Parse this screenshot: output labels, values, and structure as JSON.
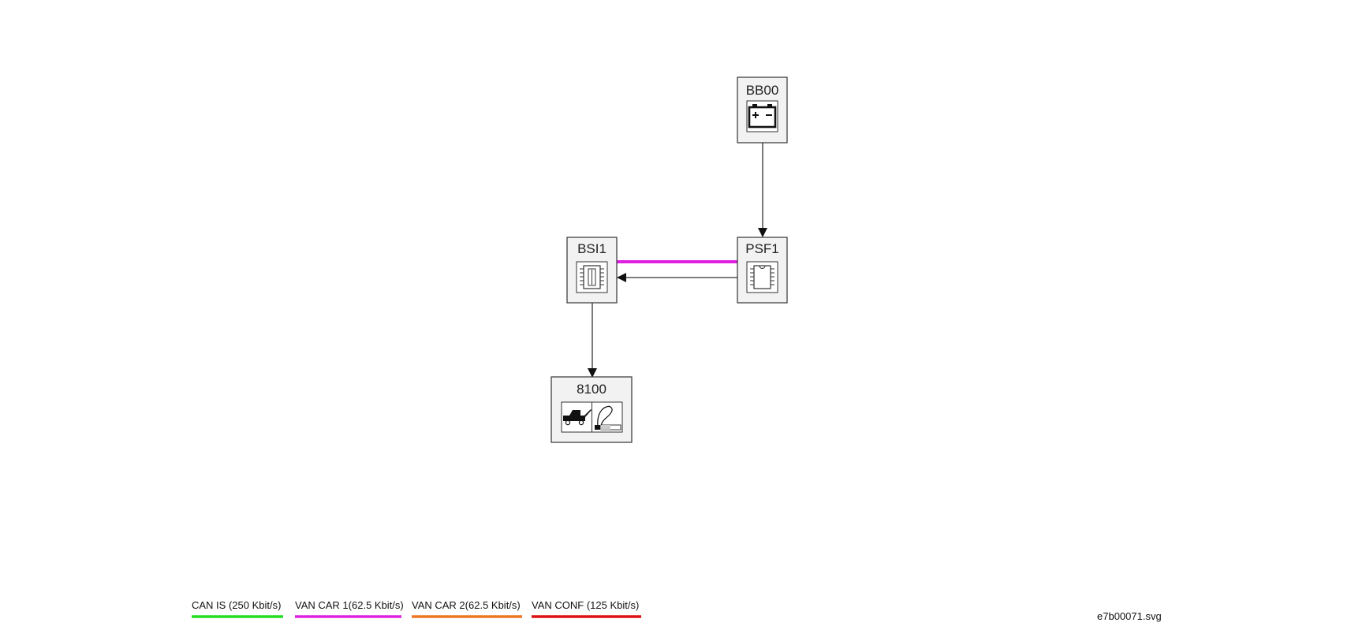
{
  "nodes": {
    "bb00": {
      "label": "BB00",
      "icon": "battery-icon"
    },
    "psf1": {
      "label": "PSF1",
      "icon": "chip-icon"
    },
    "bsi1": {
      "label": "BSI1",
      "icon": "chip-fuse-icon"
    },
    "n8100": {
      "label": "8100",
      "icon": "tow-truck-and-fuel-gauge-icon"
    }
  },
  "links": {
    "van_car1": {
      "color": "#e020e0"
    },
    "wire": {
      "color": "#333333"
    }
  },
  "legend": [
    {
      "label": "CAN IS (250 Kbit/s)",
      "color": "#22dd22"
    },
    {
      "label": "VAN CAR 1(62.5 Kbit/s)",
      "color": "#e020e0"
    },
    {
      "label": "VAN CAR 2(62.5 Kbit/s)",
      "color": "#ee7722"
    },
    {
      "label": "VAN CONF (125 Kbit/s)",
      "color": "#dd1111"
    }
  ],
  "file_name": "e7b00071.svg"
}
